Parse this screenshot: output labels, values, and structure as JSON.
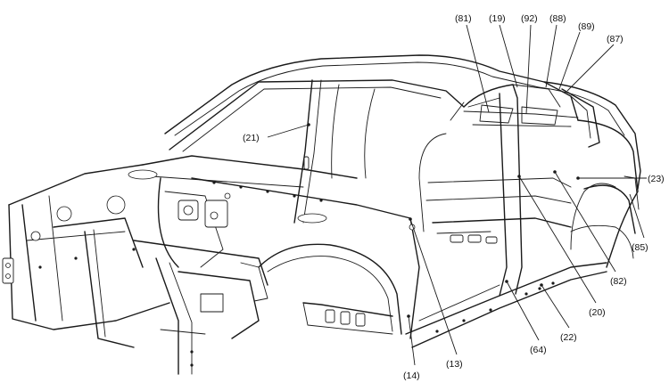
{
  "diagram": {
    "callouts": [
      {
        "id": "81",
        "text": "(81)"
      },
      {
        "id": "19",
        "text": "(19)"
      },
      {
        "id": "92",
        "text": "(92)"
      },
      {
        "id": "88",
        "text": "(88)"
      },
      {
        "id": "89",
        "text": "(89)"
      },
      {
        "id": "87",
        "text": "(87)"
      },
      {
        "id": "21",
        "text": "(21)"
      },
      {
        "id": "23",
        "text": "(23)"
      },
      {
        "id": "85",
        "text": "(85)"
      },
      {
        "id": "82",
        "text": "(82)"
      },
      {
        "id": "20",
        "text": "(20)"
      },
      {
        "id": "22",
        "text": "(22)"
      },
      {
        "id": "64",
        "text": "(64)"
      },
      {
        "id": "13",
        "text": "(13)"
      },
      {
        "id": "14",
        "text": "(14)"
      }
    ]
  }
}
